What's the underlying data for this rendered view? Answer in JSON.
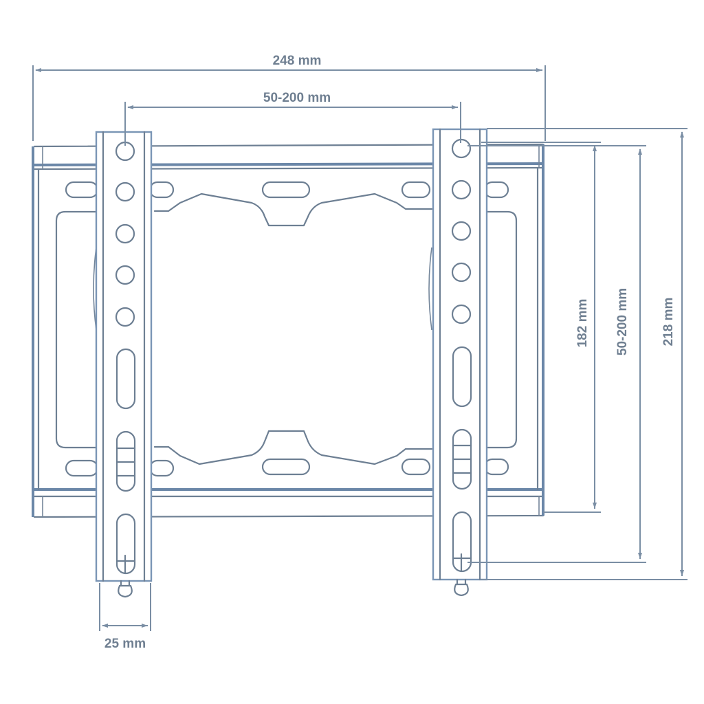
{
  "diagram": {
    "subject": "TV wall mount bracket technical drawing",
    "line_color": "#6d7f93",
    "accent_color": "#6b87a8",
    "background": "#ffffff",
    "dimensions": {
      "overall_width": "248 mm",
      "horizontal_vesa": "50-200 mm",
      "frame_height": "182 mm",
      "vertical_vesa": "50-200 mm",
      "overall_height": "218 mm",
      "depth": "25 mm"
    },
    "components": {
      "wall_plate": "wall-plate",
      "left_arm": "left-vertical-arm",
      "right_arm": "right-vertical-arm",
      "holes_per_arm": 5,
      "slots_per_arm": 3
    }
  }
}
